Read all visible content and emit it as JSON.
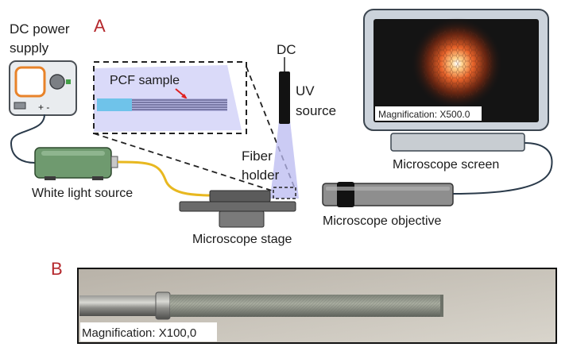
{
  "panel_a": {
    "letter": "A",
    "dc_power_supply": [
      "DC power",
      "supply"
    ],
    "terminals": "+ -",
    "pcf_sample": "PCF sample",
    "dc": "DC",
    "uv_source": [
      "UV",
      "source"
    ],
    "fiber_holder": [
      "Fiber",
      "holder"
    ],
    "white_light_source": "White light source",
    "microscope_stage": "Microscope stage",
    "microscope_objective": "Microscope objective",
    "microscope_screen": "Microscope screen",
    "screen_magnification": "Magnification: X500.0"
  },
  "panel_b": {
    "letter": "B",
    "magnification": "Magnification: X100,0"
  },
  "colors": {
    "panel_letter": "#b5282d",
    "power_supply_dial": "#e8832a",
    "white_light_source": "#6f9a6f",
    "fiber_cable": "#e8b820",
    "uv_beam": "#b9b9f0",
    "sample_fiber": "#6fc3ea",
    "screen_background": "#141414"
  },
  "icons": [
    "power-supply-icon",
    "light-source-icon",
    "uv-lamp-icon",
    "microscope-objective-icon",
    "monitor-icon",
    "stage-icon"
  ]
}
